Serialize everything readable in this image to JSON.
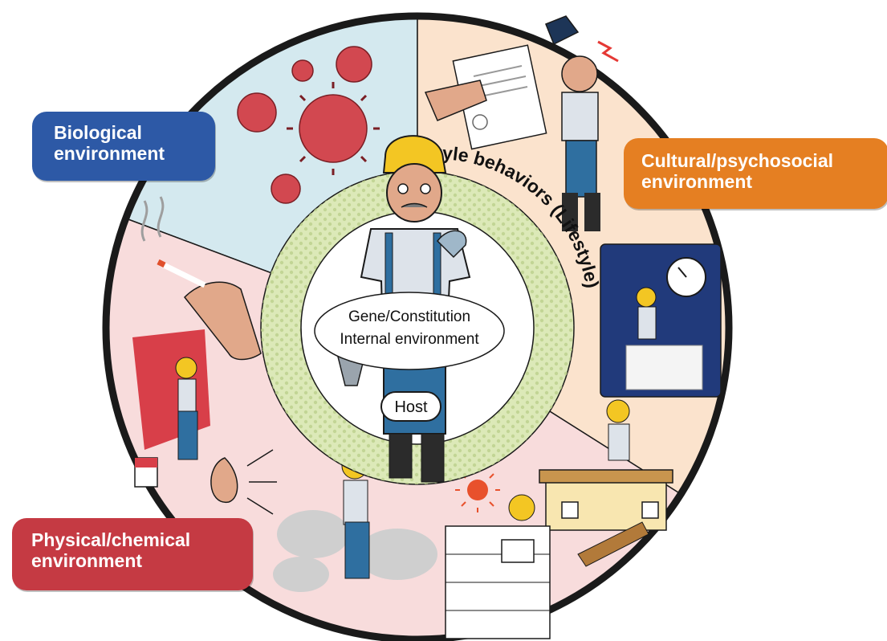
{
  "diagram": {
    "sectors": {
      "biological": {
        "label_line1": "Biological",
        "label_line2": "environment",
        "color": "#2d59a6",
        "fill": "#d4e9ef"
      },
      "cultural": {
        "label_line1": "Cultural/psychosocial",
        "label_line2": "environment",
        "color": "#e57f22",
        "fill": "#fbe3cd"
      },
      "physical": {
        "label_line1": "Physical/chemical",
        "label_line2": "environment",
        "color": "#c53a43",
        "fill": "#f8dcdc"
      }
    },
    "lifestyle_ring": {
      "label": "Lifestyle behaviors (Lifestyle)",
      "fill": "#dce9b8"
    },
    "core": {
      "line1": "Gene/Constitution",
      "line2": "Internal environment"
    },
    "host": {
      "label": "Host"
    }
  }
}
